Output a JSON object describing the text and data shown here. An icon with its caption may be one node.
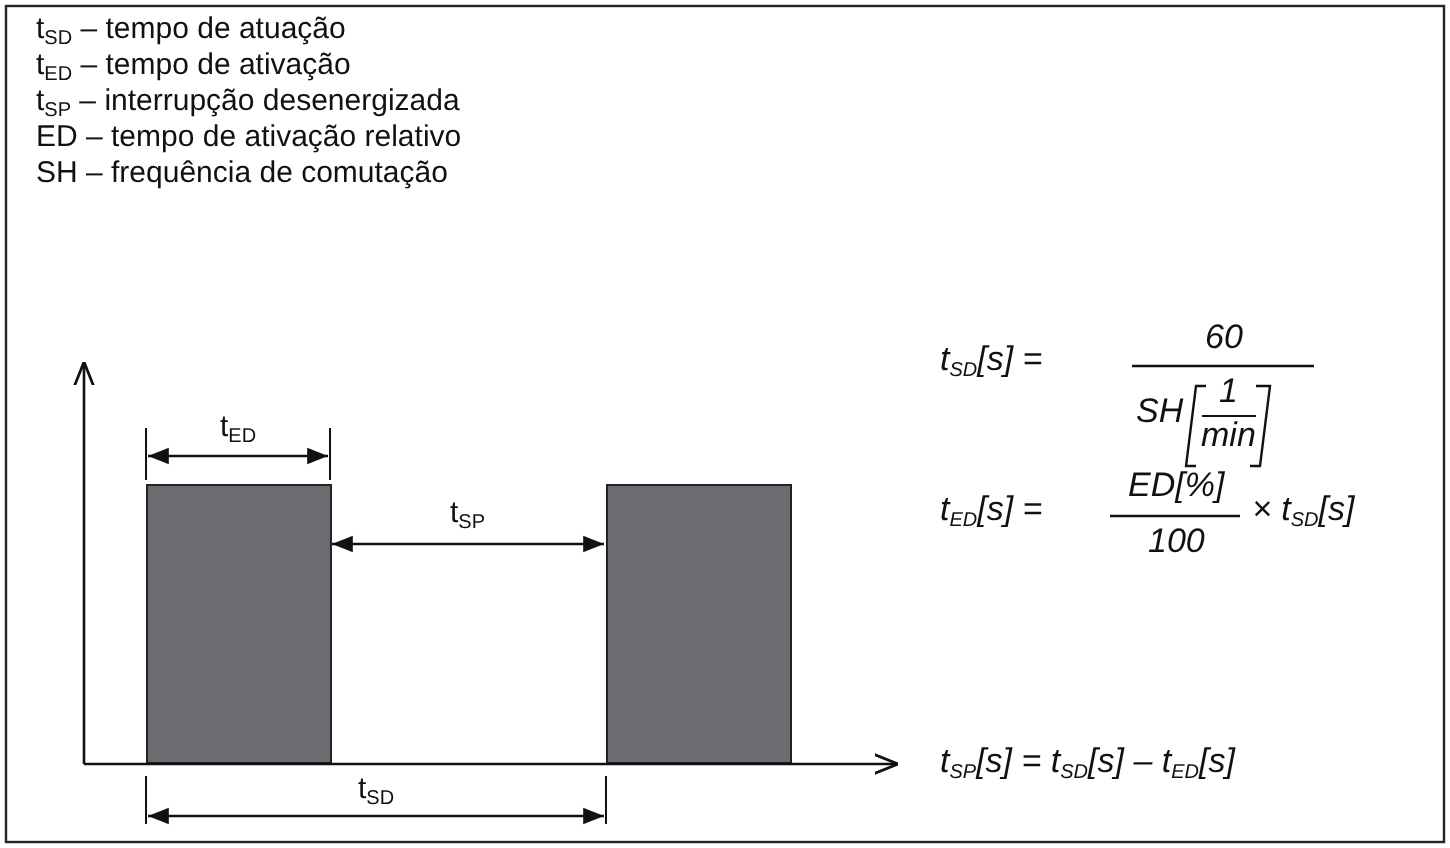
{
  "diagram": {
    "labels": [
      "t$_{SD}$ – tempo de atuação",
      "t$_{ED}$ – tempo de ativação",
      "t$_{SP}$ – interrupção desenergizada",
      "ED – tempo de ativação relativo",
      "SH – frequência de comutação",
      "t$_{ED}$",
      "t$_{SP}$",
      "t$_{SD}$",
      "t$_{SD}$[s] =",
      "60",
      "SH",
      "1",
      "min",
      "t$_{ED}$[s] =",
      "ED[%]",
      "100",
      "× t$_{SD}$[s]",
      "t$_{SP}$[s] = t$_{SD}$[s] – t$_{ED}$[s]"
    ]
  }
}
